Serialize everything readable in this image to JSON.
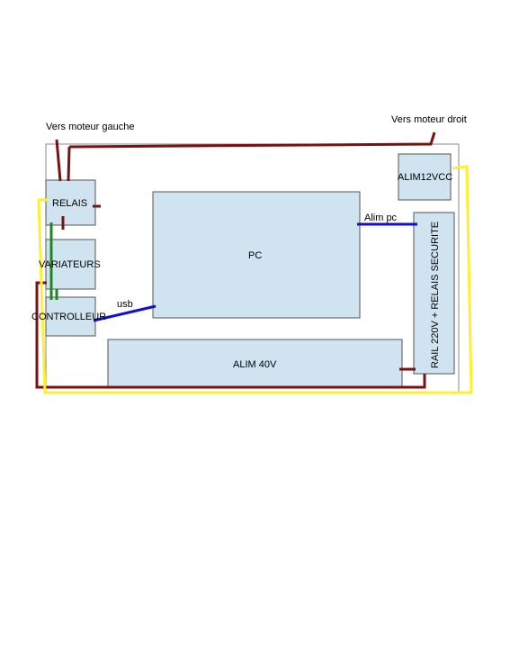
{
  "labels": {
    "left_motor": "Vers moteur gauche",
    "right_motor": "Vers moteur droit",
    "relais": "RELAIS",
    "variateurs": "VARIATEURS",
    "controlleur": "CONTROLLEUR",
    "pc": "PC",
    "alim12": "ALIM12VCC",
    "alim_pc": "Alim pc",
    "rail": "RAIL 220V + RELAIS SECURITE",
    "usb": "usb",
    "alim40": "ALIM 40V"
  },
  "colors": {
    "box_fill": "#cfe3f0",
    "box_border": "#555555",
    "frame": "#888888",
    "motor_wire": "#7b1010",
    "power_wire": "#ffee33",
    "signal_wire": "#1a8a1a",
    "data_wire": "#1010cc"
  }
}
